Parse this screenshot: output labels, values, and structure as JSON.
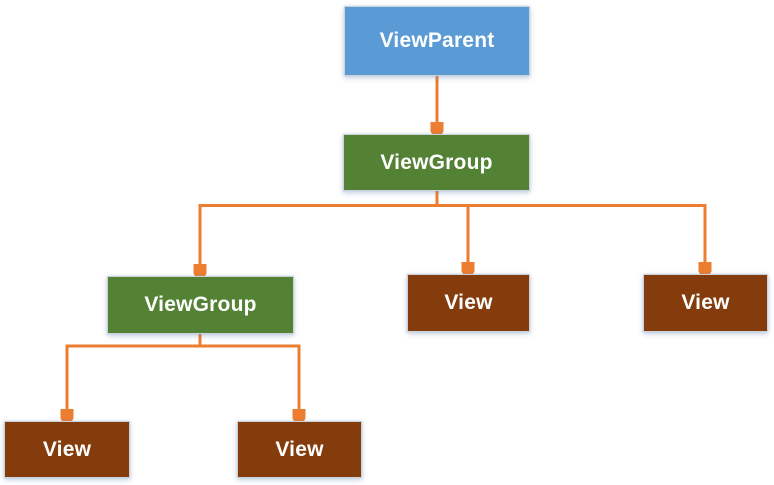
{
  "diagram": {
    "type": "tree",
    "background": "#FFFFFF",
    "connector_color": "#ED7D31",
    "node_text_color": "#FFFFFF",
    "nodes": [
      {
        "id": "view-parent",
        "label": "ViewParent",
        "fill": "#5B9BD5"
      },
      {
        "id": "view-group-top",
        "label": "ViewGroup",
        "fill": "#548235"
      },
      {
        "id": "view-group-left",
        "label": "ViewGroup",
        "fill": "#548235"
      },
      {
        "id": "view-middle",
        "label": "View",
        "fill": "#843C0C"
      },
      {
        "id": "view-right",
        "label": "View",
        "fill": "#843C0C"
      },
      {
        "id": "view-bottom-left",
        "label": "View",
        "fill": "#843C0C"
      },
      {
        "id": "view-bottom-mid",
        "label": "View",
        "fill": "#843C0C"
      }
    ],
    "edges": [
      {
        "from": "view-parent",
        "to": "view-group-top"
      },
      {
        "from": "view-group-top",
        "to": "view-group-left"
      },
      {
        "from": "view-group-top",
        "to": "view-middle"
      },
      {
        "from": "view-group-top",
        "to": "view-right"
      },
      {
        "from": "view-group-left",
        "to": "view-bottom-left"
      },
      {
        "from": "view-group-left",
        "to": "view-bottom-mid"
      }
    ]
  }
}
